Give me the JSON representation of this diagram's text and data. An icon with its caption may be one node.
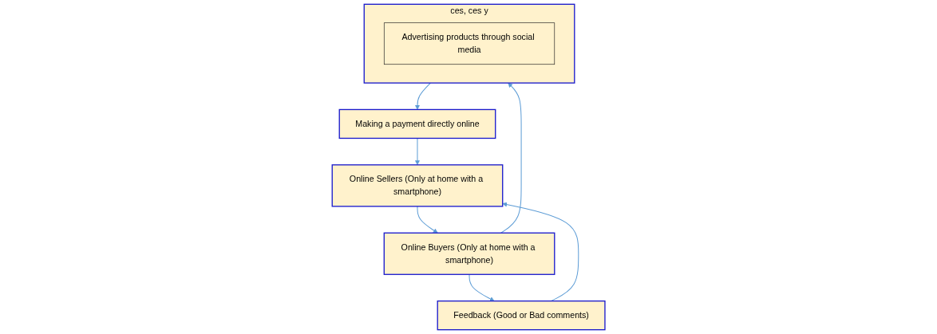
{
  "diagram": {
    "nodes": [
      {
        "text": [
          "Online Sellers (Only at home with a smartphone)"
        ]
      },
      {
        "text": [
          "Feedback (Good or Bad comments)"
        ]
      },
      {
        "text": [
          "Online Buyers (Only at home with a smartphone)"
        ]
      },
      {
        "text": [
          "Making a payment directly online"
        ]
      },
      {
        "text": [
          "ces, ces y"
        ]
      },
      {
        "text": [
          "Advertising products through social media"
        ],
        "in": 4
      }
    ],
    "edges": [
      {
        "from": 2,
        "to": 1,
        "arrow": "to"
      },
      {
        "from": 1,
        "to": 0,
        "arrow": "to"
      },
      {
        "from": 0,
        "to": 2,
        "arrow": "to"
      },
      {
        "from": 2,
        "to": 4,
        "arrow": "to"
      },
      {
        "from": 4,
        "to": 3,
        "arrow": "to"
      },
      {
        "from": 3,
        "to": 0,
        "arrow": "to"
      }
    ]
  }
}
